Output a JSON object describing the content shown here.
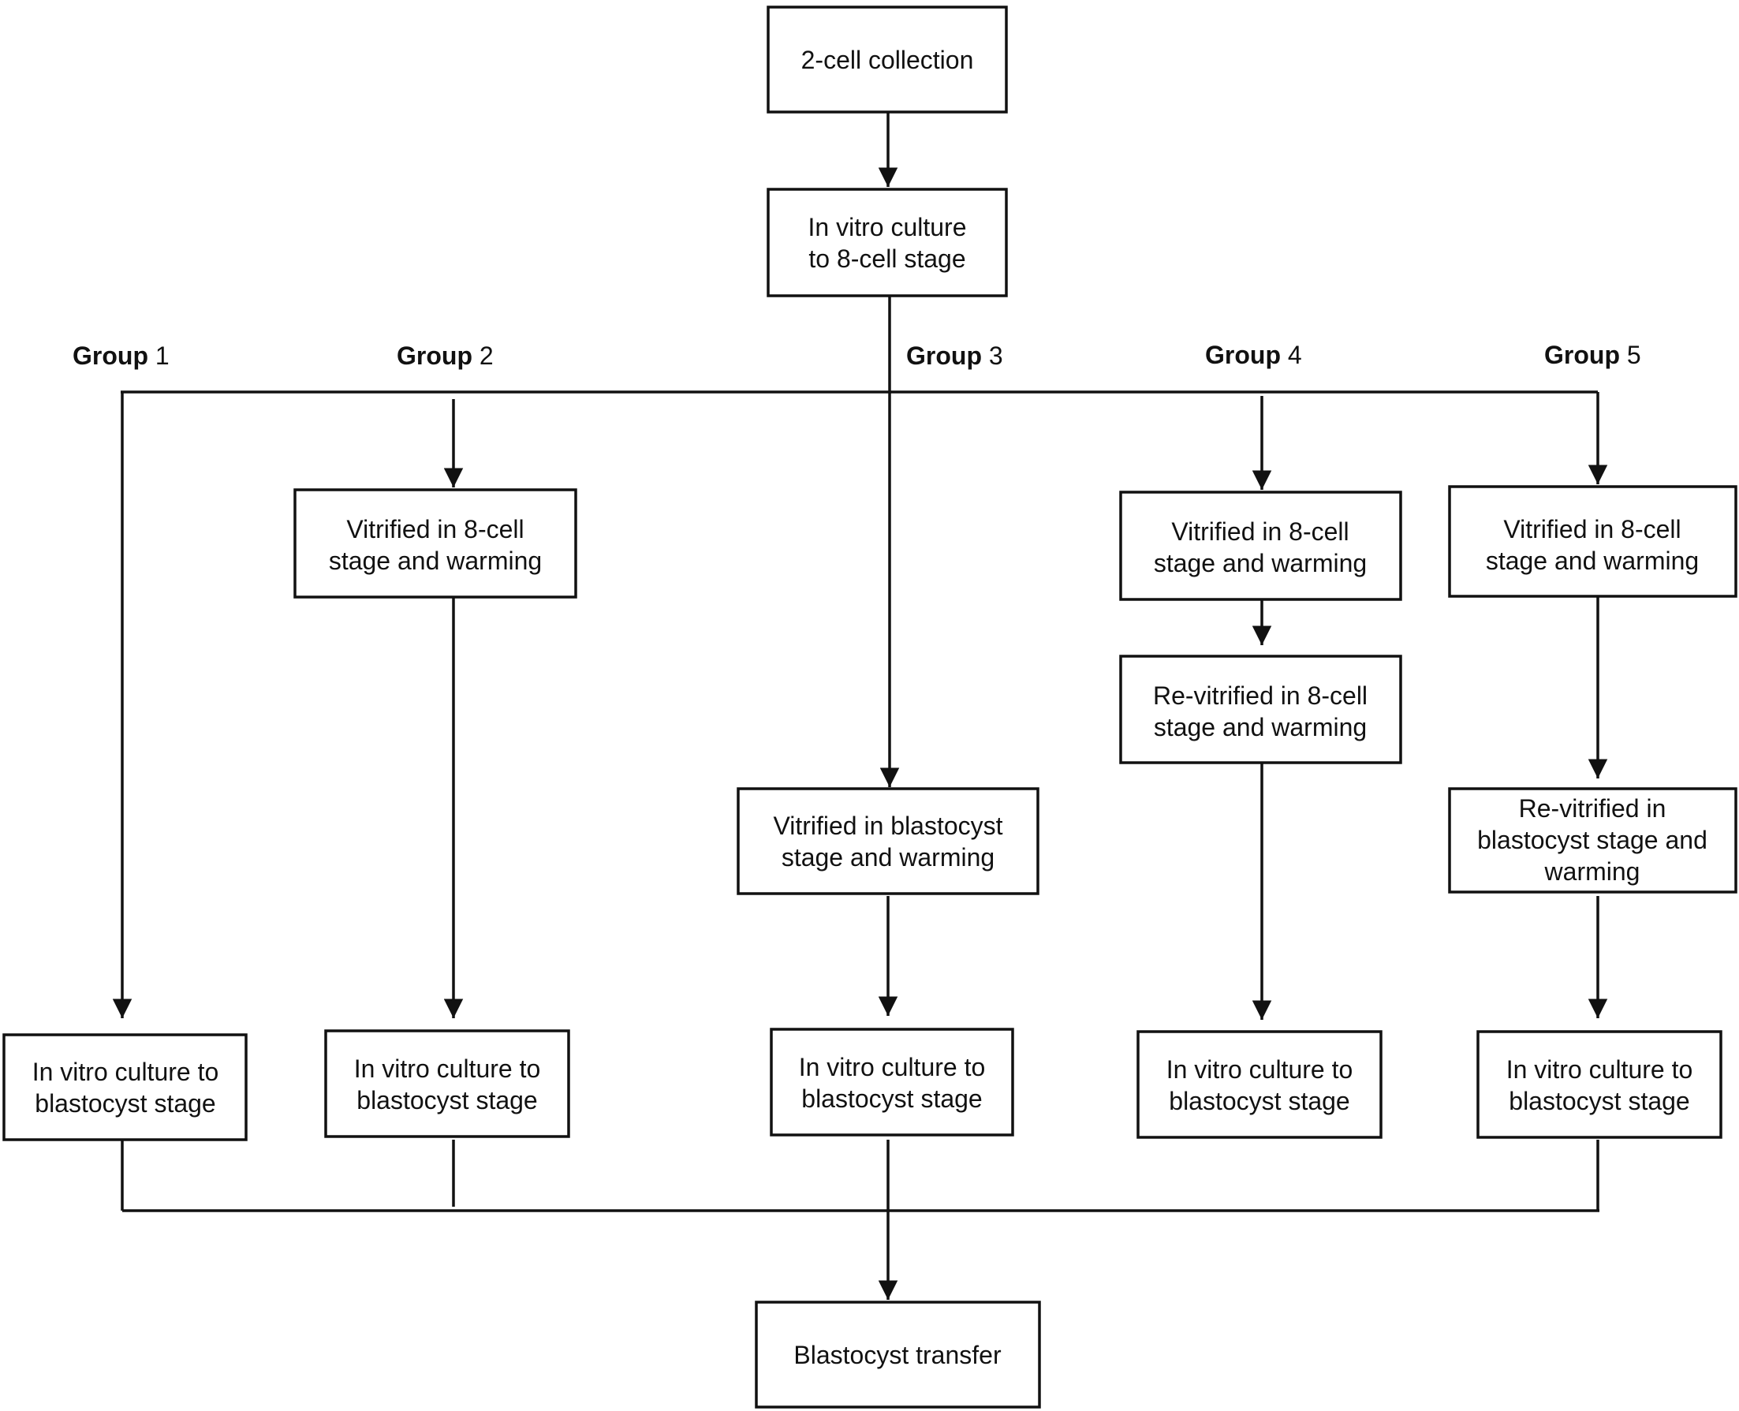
{
  "diagram": {
    "groups": [
      {
        "word": "Group",
        "number": "1"
      },
      {
        "word": "Group",
        "number": "2"
      },
      {
        "word": "Group",
        "number": "3"
      },
      {
        "word": "Group",
        "number": "4"
      },
      {
        "word": "Group",
        "number": "5"
      }
    ],
    "boxes": {
      "collection": [
        "2-cell collection"
      ],
      "culture_8cell": [
        "In vitro culture",
        "to 8-cell stage"
      ],
      "g2_vitrified": [
        "Vitrified in 8-cell",
        "stage and warming"
      ],
      "g3_vitrified": [
        "Vitrified in blastocyst",
        "stage and warming"
      ],
      "g4_vitrified": [
        "Vitrified in 8-cell",
        "stage and warming"
      ],
      "g4_revitrified": [
        "Re-vitrified in 8-cell",
        "stage and warming"
      ],
      "g5_vitrified": [
        "Vitrified in 8-cell",
        "stage and warming"
      ],
      "g5_revitrified": [
        "Re-vitrified in",
        "blastocyst stage and",
        "warming"
      ],
      "g1_culture_blast": [
        "In vitro culture to",
        "blastocyst stage"
      ],
      "g2_culture_blast": [
        "In vitro culture to",
        "blastocyst stage"
      ],
      "g3_culture_blast": [
        "In vitro culture to",
        "blastocyst stage"
      ],
      "g4_culture_blast": [
        "In vitro culture to",
        "blastocyst stage"
      ],
      "g5_culture_blast": [
        "In vitro culture to",
        "blastocyst stage"
      ],
      "transfer": [
        "Blastocyst transfer"
      ]
    }
  }
}
